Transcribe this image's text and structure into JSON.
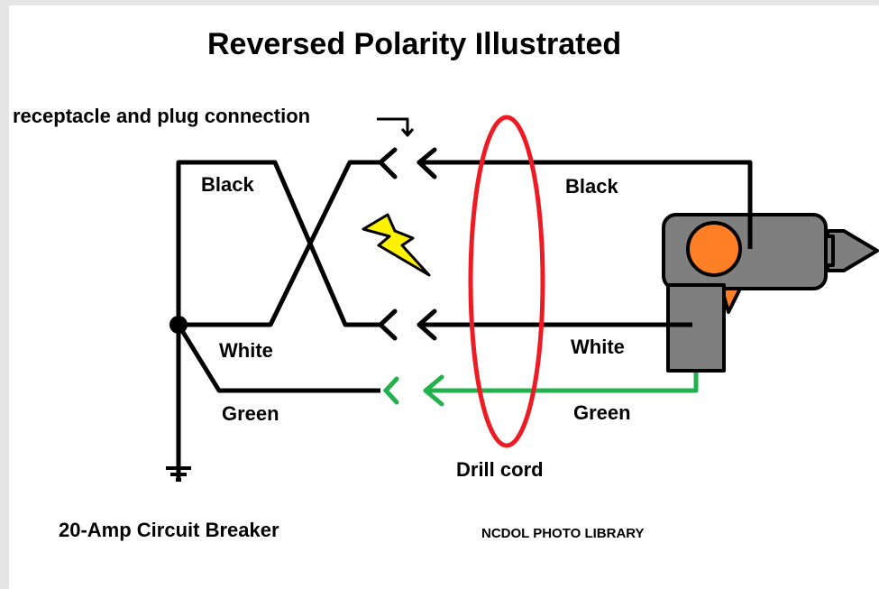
{
  "title": "Reversed Polarity Illustrated",
  "labels": {
    "receptacle": "receptacle and plug connection",
    "black_left": "Black",
    "white_left": "White",
    "green_left": "Green",
    "black_right": "Black",
    "white_right": "White",
    "green_right": "Green",
    "drill_cord": "Drill cord",
    "breaker": "20-Amp Circuit Breaker",
    "credit": "NCDOL PHOTO LIBRARY"
  },
  "colors": {
    "wire": "#000000",
    "ground_wire": "#22b14c",
    "cord_highlight": "#ed1c24",
    "drill_body": "#7f7f7f",
    "drill_accent": "#ff7f27",
    "spark": "#fff200"
  },
  "icons": [
    "lightning-bolt-icon",
    "drill-icon",
    "ground-symbol-icon"
  ]
}
